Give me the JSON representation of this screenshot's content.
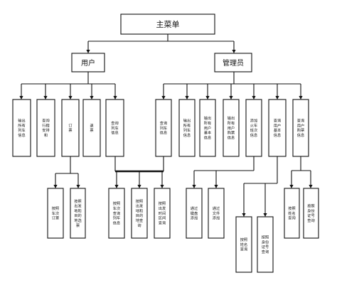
{
  "diagram": {
    "nodes": [
      {
        "id": "root",
        "text": "主菜单"
      },
      {
        "id": "user",
        "text": "用户"
      },
      {
        "id": "admin",
        "text": "管理员"
      },
      {
        "id": "u1",
        "text": "输出所有列车信息"
      },
      {
        "id": "u2",
        "text": "查询行程安排和"
      },
      {
        "id": "u3",
        "text": "订票"
      },
      {
        "id": "u4",
        "text": "退票"
      },
      {
        "id": "u5",
        "text": "查询列车信息"
      },
      {
        "id": "a1",
        "text": "查询列车信息"
      },
      {
        "id": "a2",
        "text": "输出所有列车信息"
      },
      {
        "id": "a3",
        "text": "输出所有用户基本信息"
      },
      {
        "id": "a4",
        "text": "输出所有用户购票信息"
      },
      {
        "id": "a5",
        "text": "添加火车班次信息"
      },
      {
        "id": "a6",
        "text": "查询用户基本信息"
      },
      {
        "id": "a7",
        "text": "查询用户购票信息"
      },
      {
        "id": "s1",
        "text": "按照车次订票"
      },
      {
        "id": "s2",
        "text": "按照出发地和目的地选票"
      },
      {
        "id": "s3",
        "text": "按照车次查询列车信息"
      },
      {
        "id": "s4",
        "text": "按照出发地和目的地查询"
      },
      {
        "id": "s5",
        "text": "按照出发时间区间查询"
      },
      {
        "id": "s6",
        "text": "通过键盘添加"
      },
      {
        "id": "s7",
        "text": "通过文件添加"
      },
      {
        "id": "s8",
        "text": "按照姓名查询"
      },
      {
        "id": "s9",
        "text": "按照身份证号查询"
      },
      {
        "id": "s10",
        "text": "按照姓名查询"
      },
      {
        "id": "s11",
        "text": "按照身份证号查询"
      }
    ]
  }
}
